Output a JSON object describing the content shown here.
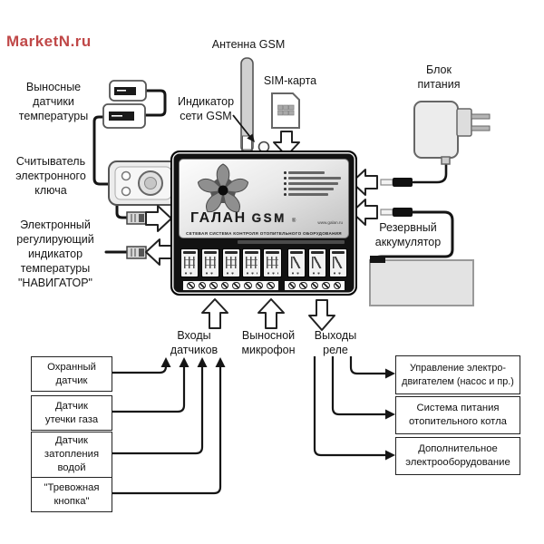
{
  "watermark": {
    "text": "MarketN.ru",
    "color": "#c04848"
  },
  "labels": {
    "remote_temp_sensors": "Выносные\nдатчики\nтемпературы",
    "key_reader": "Считыватель\nэлектронного\nключа",
    "navigator": "Электронный\nрегулирующий\nиндикатор\nтемпературы\n\"НАВИГАТОР\"",
    "antenna": "Антенна  GSM",
    "sim_card": "SIM-карта",
    "gsm_indicator": "Индикатор\nсети  GSM",
    "power_supply": "Блок\nпитания",
    "backup_battery": "Резервный\nаккумулятор",
    "sensor_inputs": "Входы\nдатчиков",
    "microphone": "Выносной\nмикрофон",
    "relay_outputs": "Выходы\nреле"
  },
  "device": {
    "brand": "ГАЛАН",
    "brand_suffix": "GSM",
    "reg": "®",
    "website": "www.galan.ru",
    "tagline": "СЕТЕВАЯ СИСТЕМА КОНТРОЛЯ ОТОПИТЕЛЬНОГО ОБОРУДОВАНИЯ"
  },
  "input_boxes": [
    {
      "label": "Охранный\nдатчик"
    },
    {
      "label": "Датчик\nутечки газа"
    },
    {
      "label": "Датчик\nзатопления\nводой"
    },
    {
      "label": "\"Тревожная\nкнопка\""
    }
  ],
  "output_boxes": [
    {
      "label": "Управление электро-\nдвигателем (насос и пр.)"
    },
    {
      "label": "Система питания\nотопительного котла"
    },
    {
      "label": "Дополнительное\nэлектрооборудование"
    }
  ]
}
